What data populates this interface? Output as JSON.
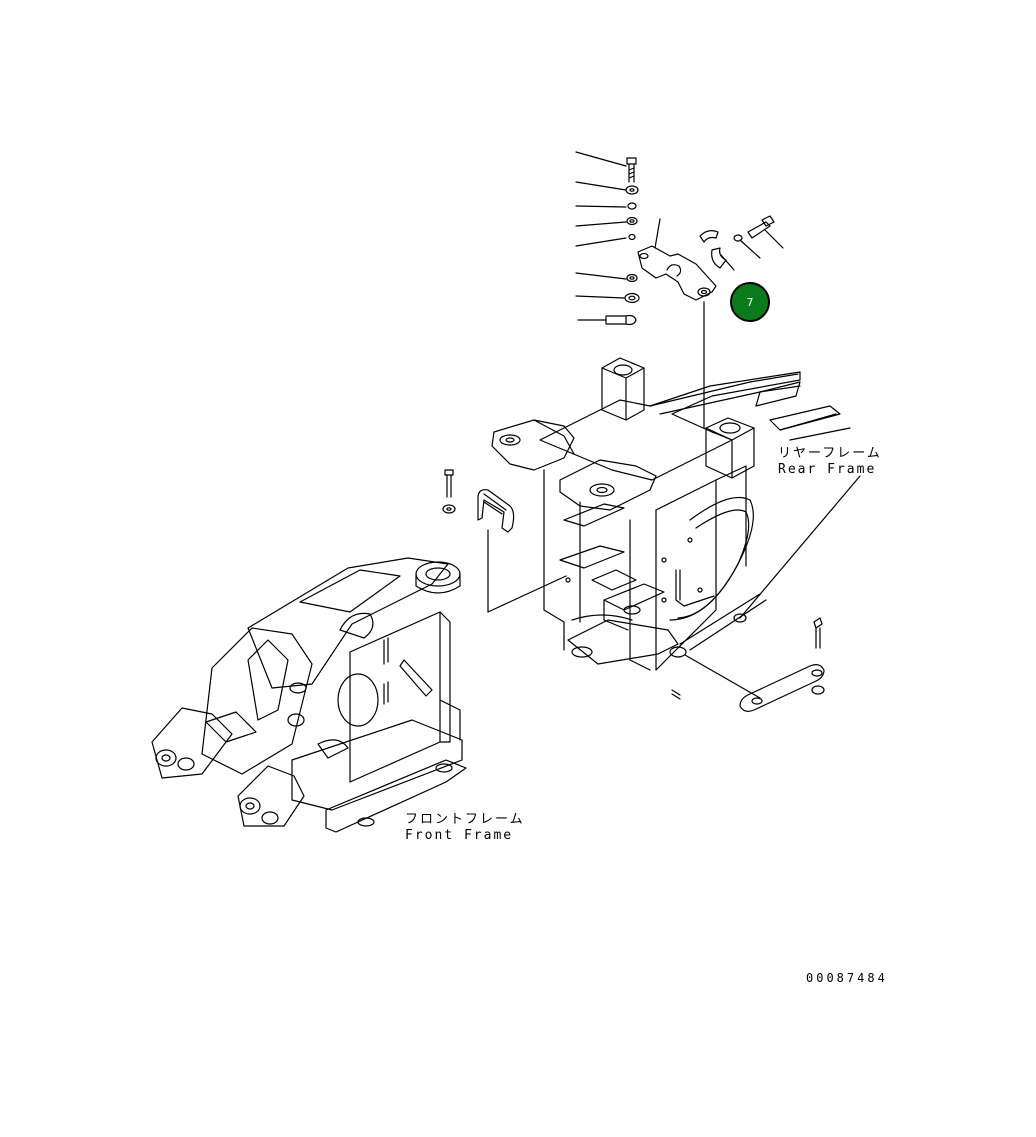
{
  "labels": {
    "rear_frame_jp": "リヤーフレーム",
    "rear_frame_en": "Rear Frame",
    "front_frame_jp": "フロントフレーム",
    "front_frame_en": "Front Frame"
  },
  "drawing_number": "00087484",
  "callout": {
    "number": "7",
    "color": "#0a7a1a"
  },
  "colors": {
    "line": "#000000",
    "background": "#ffffff"
  }
}
